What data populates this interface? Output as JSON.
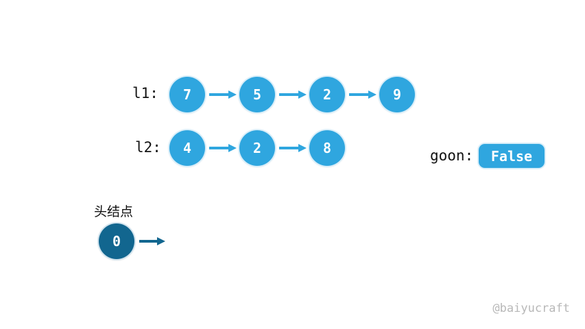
{
  "l1": {
    "label": "l1:",
    "nodes": [
      "7",
      "5",
      "2",
      "9"
    ]
  },
  "l2": {
    "label": "l2:",
    "nodes": [
      "4",
      "2",
      "8"
    ]
  },
  "goon": {
    "label": "goon:",
    "value": "False"
  },
  "head": {
    "label": "头结点",
    "value": "0"
  },
  "watermark": "@baiyucraft",
  "colors": {
    "node": "#2fa6df",
    "head_node": "#12668f",
    "arrow": "#2fa6df",
    "head_arrow": "#12668f"
  }
}
